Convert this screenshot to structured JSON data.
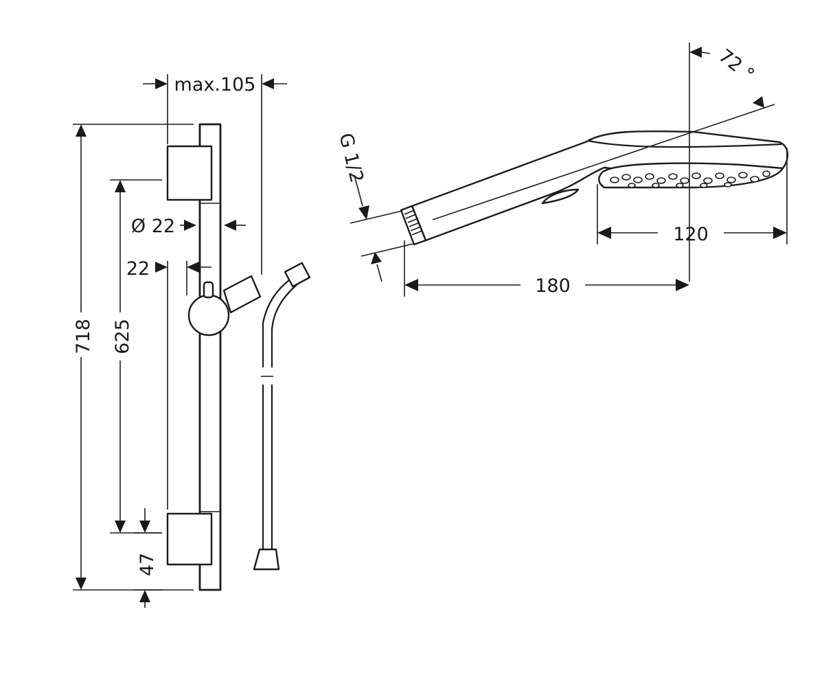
{
  "drawing": {
    "line_color": "#1a1a1a",
    "background_color": "#ffffff",
    "rail_set": {
      "overall_height": "718",
      "bracket_spacing": "625",
      "bracket_height": "47",
      "max_projection": "max.105",
      "rail_diameter": "Ø 22",
      "wall_gap": "22"
    },
    "hand_shower": {
      "thread": "G 1/2",
      "spray_angle": "72 °",
      "length": "180",
      "head_width": "120"
    }
  }
}
